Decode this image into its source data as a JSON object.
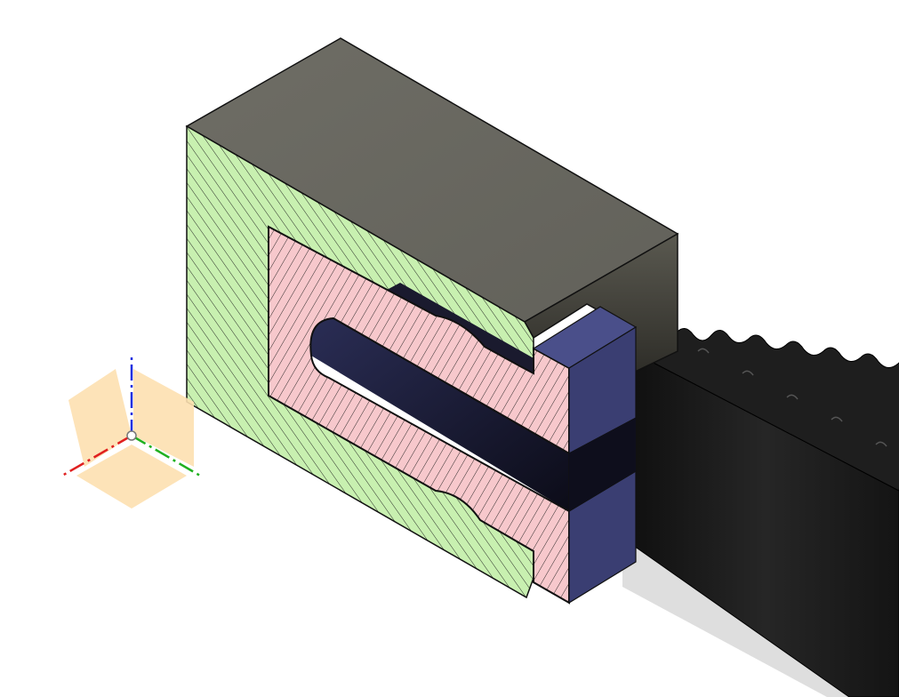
{
  "view": {
    "description_hidden": "",
    "background": "#ffffff"
  },
  "colors": {
    "housing_top": "#6b6a62",
    "housing_side": "#55544c",
    "housing_section": "#c8f0b0",
    "insert_section": "#f7c8cc",
    "insert_end_front": "#3a3e72",
    "insert_end_top": "#4a4f8a",
    "belt": "#1c1c1c",
    "belt_top": "#2a2a2a",
    "slot_inner": "#202040",
    "hatch": "#1a1a1a",
    "outline": "#111111",
    "shadow": "#cfcfcf",
    "axis_x": "#e02020",
    "axis_y": "#20b020",
    "axis_z": "#2030e0",
    "triad_plane": "#fde0b0"
  },
  "triad": {
    "icon": "view-triad-icon",
    "axes": [
      "x-axis",
      "y-axis",
      "z-axis"
    ]
  }
}
